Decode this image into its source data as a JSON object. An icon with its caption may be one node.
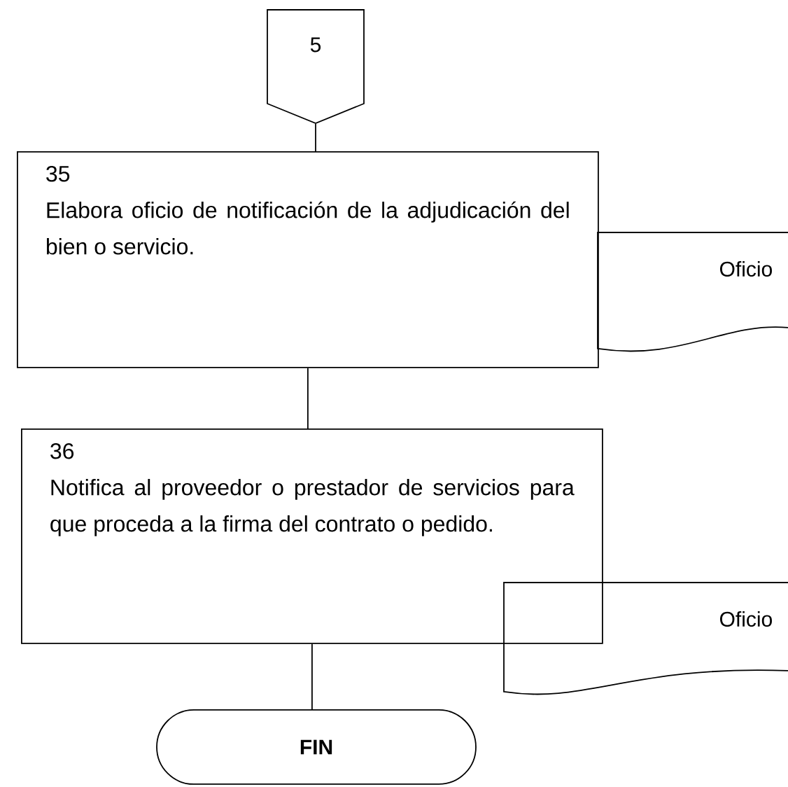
{
  "diagram": {
    "nodes": [
      {
        "text": [
          "5"
        ]
      },
      {
        "text": [
          "35",
          "Elabora oficio de notificación de la adjudicación del bien o servicio."
        ]
      },
      {
        "text": [
          "Oficio"
        ]
      },
      {
        "text": [
          "36",
          "Notifica al proveedor o prestador de servicios para que proceda a la firma del contrato o pedido."
        ]
      },
      {
        "text": [
          "Oficio"
        ]
      },
      {
        "text": [
          "FIN"
        ]
      }
    ],
    "edges": [
      {
        "from": 0,
        "to": 1,
        "arrow": "none"
      },
      {
        "from": 1,
        "to": 3,
        "arrow": "none"
      },
      {
        "from": 3,
        "to": 5,
        "arrow": "none"
      }
    ]
  }
}
